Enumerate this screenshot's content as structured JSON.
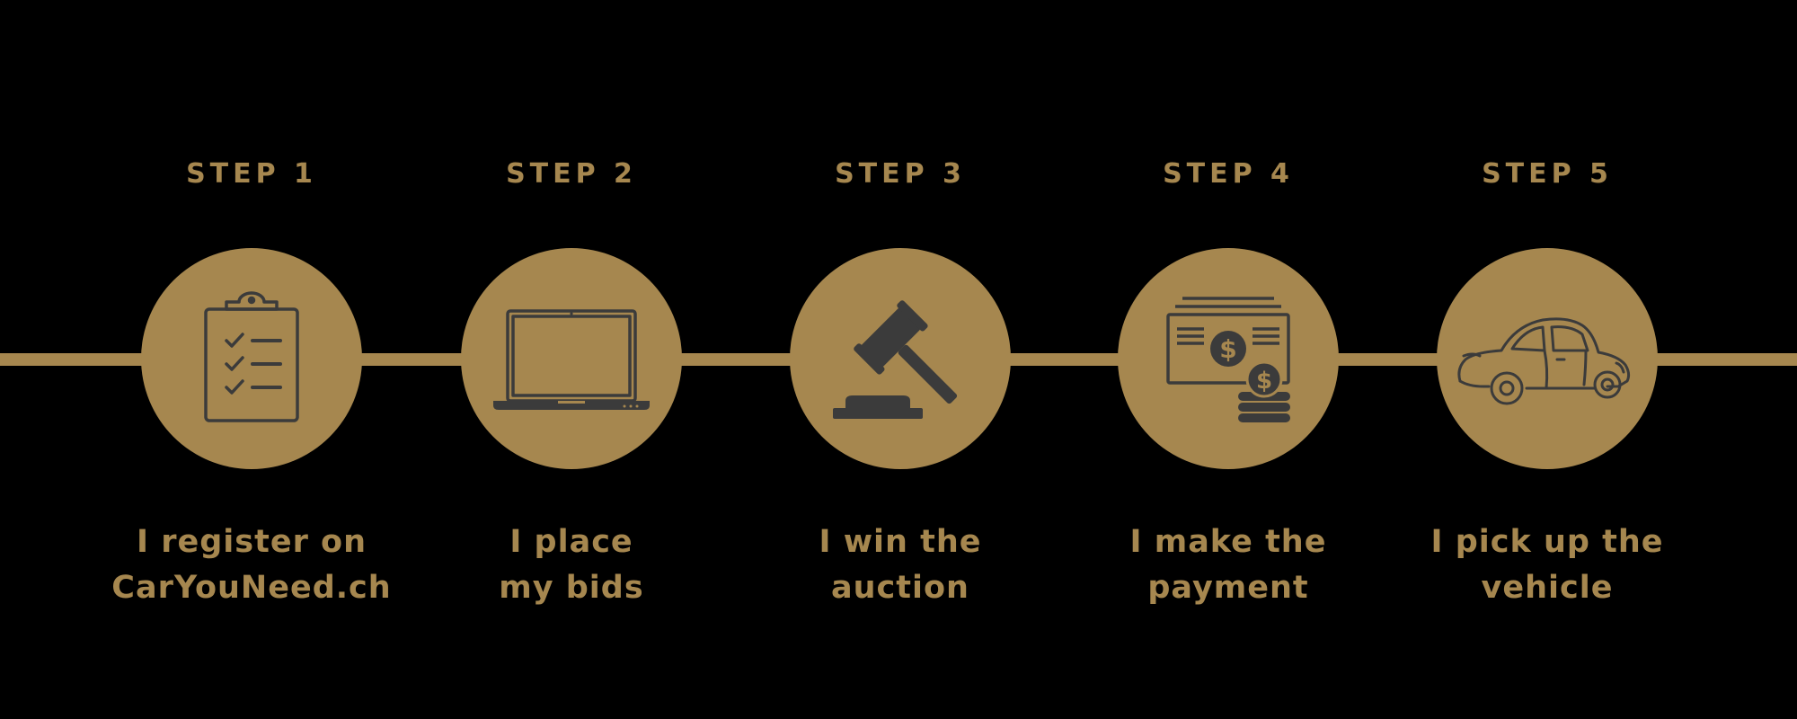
{
  "colors": {
    "background": "#000000",
    "accent": "#a6874f",
    "icon": "#3b3b3b"
  },
  "steps": [
    {
      "label": "STEP 1",
      "line1": "I register on",
      "line2": "CarYouNeed.ch",
      "icon": "clipboard-checklist-icon"
    },
    {
      "label": "STEP 2",
      "line1": "I place",
      "line2": "my bids",
      "icon": "laptop-icon"
    },
    {
      "label": "STEP 3",
      "line1": "I win the",
      "line2": "auction",
      "icon": "gavel-icon"
    },
    {
      "label": "STEP 4",
      "line1": "I make the",
      "line2": "payment",
      "icon": "money-icon"
    },
    {
      "label": "STEP 5",
      "line1": "I pick up the",
      "line2": "vehicle",
      "icon": "car-icon"
    }
  ]
}
